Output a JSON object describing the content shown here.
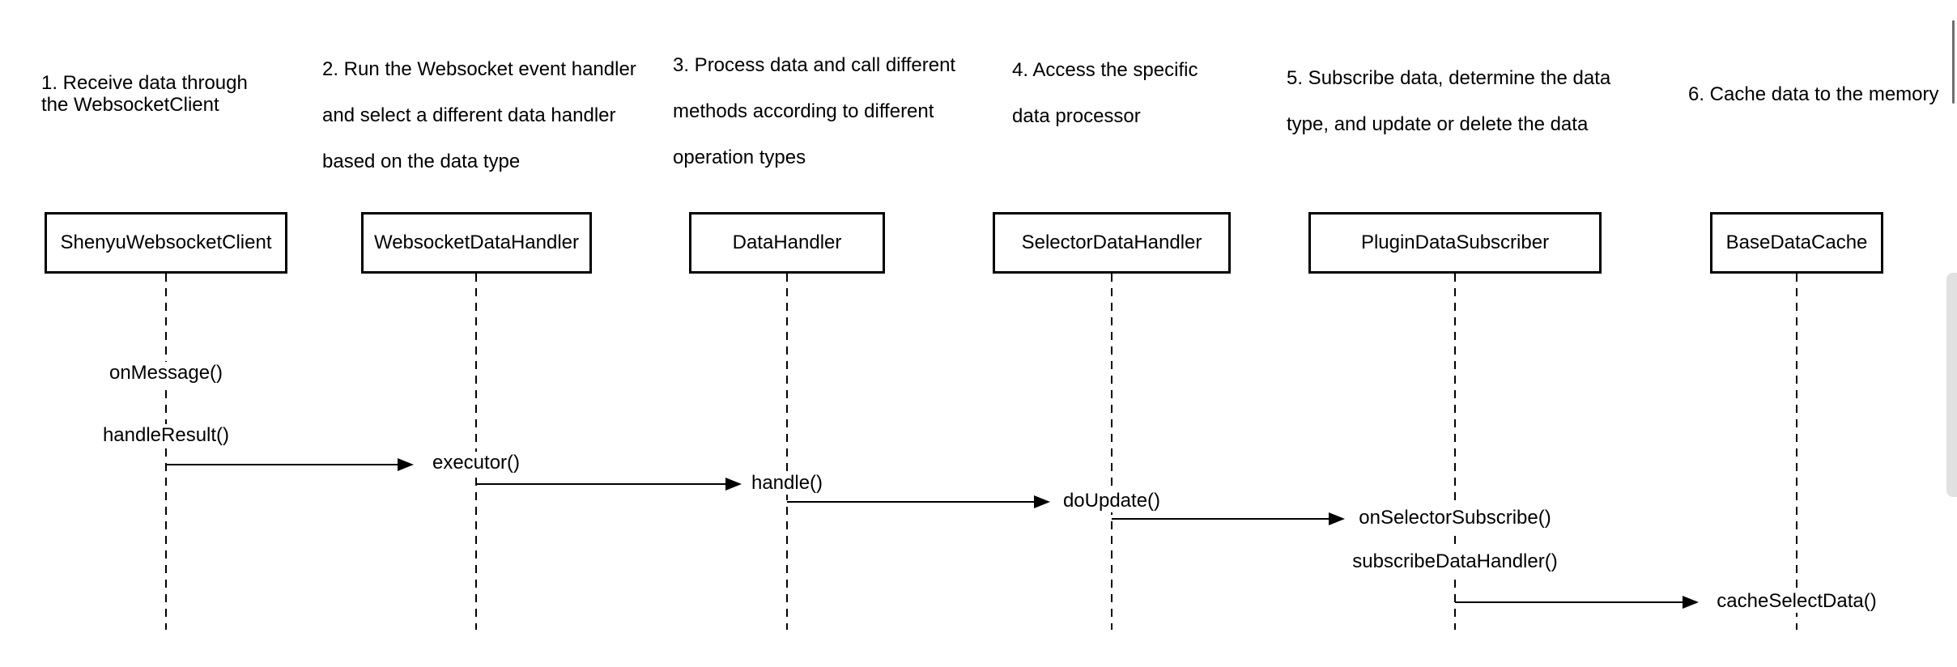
{
  "diagram": {
    "annotations": [
      {
        "lines": [
          "1. Receive data through",
          "the WebsocketClient"
        ]
      },
      {
        "lines": [
          "2. Run the Websocket event handler",
          "and select a different data handler",
          "based on the data type"
        ]
      },
      {
        "lines": [
          "3. Process data and call different",
          "methods according to different",
          "operation types"
        ]
      },
      {
        "lines": [
          "4. Access the specific",
          "data processor"
        ]
      },
      {
        "lines": [
          "5. Subscribe data, determine the data",
          "type, and update or delete the data"
        ]
      },
      {
        "lines": [
          "6. Cache data to the memory"
        ]
      }
    ],
    "participants": [
      "ShenyuWebsocketClient",
      "WebsocketDataHandler",
      "DataHandler",
      "SelectorDataHandler",
      "PluginDataSubscriber",
      "BaseDataCache"
    ],
    "messages": {
      "on_message": "onMessage()",
      "handle_result": "handleResult()",
      "executor": "executor()",
      "handle": "handle()",
      "do_update": "doUpdate()",
      "on_selector_subscribe": "onSelectorSubscribe()",
      "subscribe_data_handler": "subscribeDataHandler()",
      "cache_select_data": "cacheSelectData()"
    },
    "colors": {
      "background": "#ffffff",
      "line": "#000000",
      "scrollbar_thumb": "#e1e1e1",
      "scrollbar_dark": "#6e6e6e"
    }
  }
}
